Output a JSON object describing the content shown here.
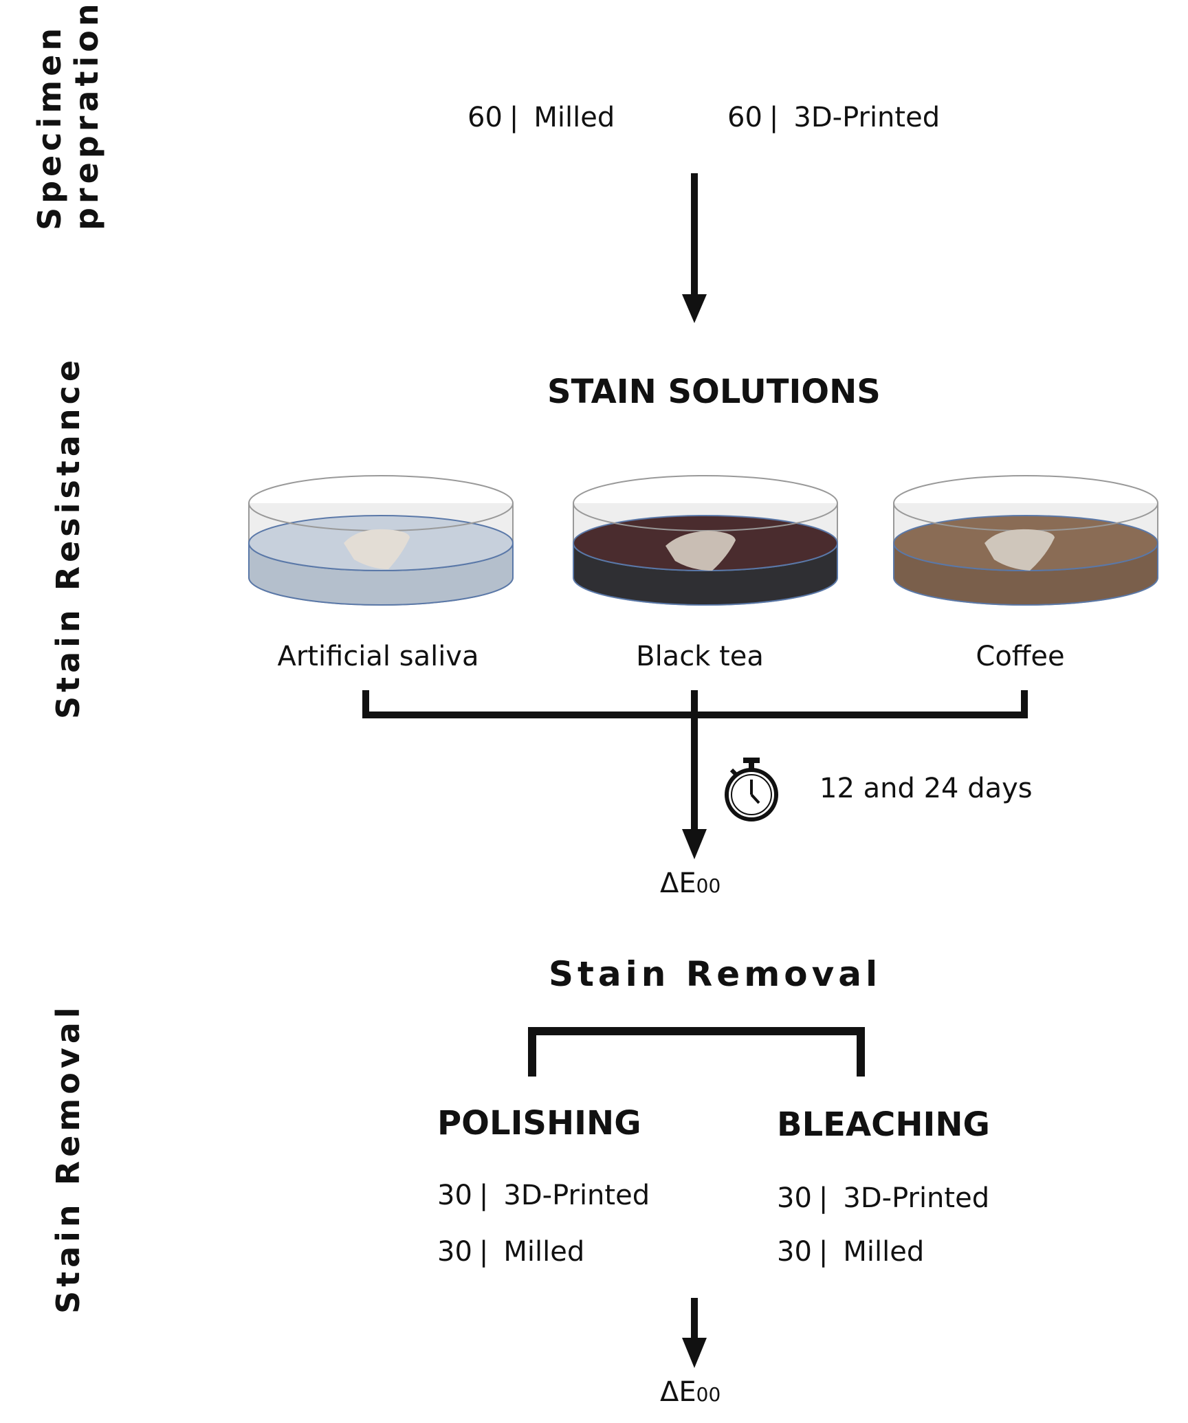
{
  "sections": {
    "prep": {
      "line1": "Specimen",
      "line2": "prepration"
    },
    "resistance": "Stain Resistance",
    "removal": "Stain Removal"
  },
  "prep_groups": [
    {
      "count": "60",
      "sep": "|",
      "name": "Milled"
    },
    {
      "count": "60",
      "sep": "|",
      "name": "3D-Printed"
    }
  ],
  "stain": {
    "title": "STAIN SOLUTIONS",
    "dishes": [
      {
        "label": "Artificial saliva",
        "liquid_top": "#c7d0dc",
        "liquid_side": "#b4bfcc"
      },
      {
        "label": "Black tea",
        "liquid_top": "#4a2c2e",
        "liquid_side": "#2f2f33"
      },
      {
        "label": "Coffee",
        "liquid_top": "#8a6c55",
        "liquid_side": "#7a5f4b"
      }
    ],
    "duration": "12 and 24 days",
    "duration_icon": "stopwatch-icon",
    "result_main": "ΔE",
    "result_sub": "00"
  },
  "removal": {
    "title": "Stain Removal",
    "methods": [
      {
        "name": "POLISHING",
        "rows": [
          {
            "count": "30",
            "sep": "|",
            "name": "3D-Printed"
          },
          {
            "count": "30",
            "sep": "|",
            "name": "Milled"
          }
        ]
      },
      {
        "name": "BLEACHING",
        "rows": [
          {
            "count": "30",
            "sep": "|",
            "name": "3D-Printed"
          },
          {
            "count": "30",
            "sep": "|",
            "name": "Milled"
          }
        ]
      }
    ],
    "result_main": "ΔE",
    "result_sub": "00"
  }
}
